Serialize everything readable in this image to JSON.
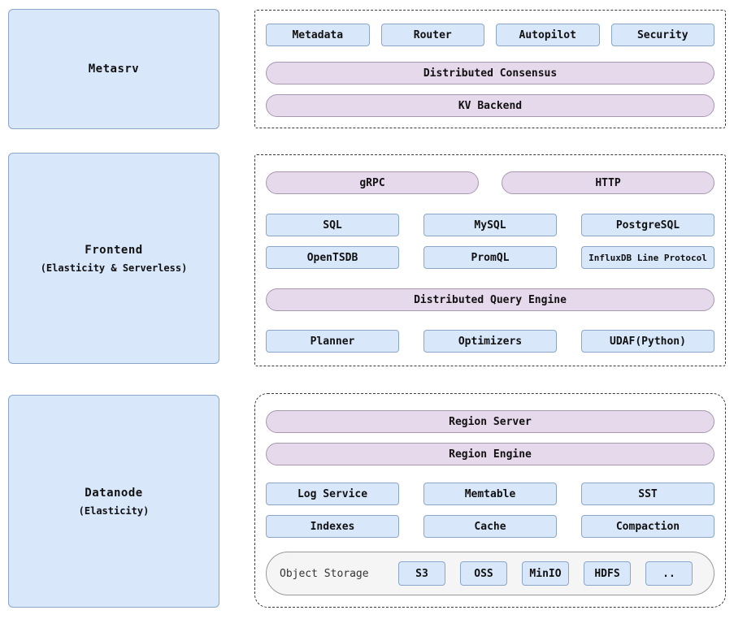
{
  "diagram": {
    "metasrv": {
      "title": "Metasrv",
      "components": [
        "Metadata",
        "Router",
        "Autopilot",
        "Security"
      ],
      "consensus": "Distributed Consensus",
      "kv_backend": "KV Backend"
    },
    "frontend": {
      "title": "Frontend",
      "subtitle": "(Elasticity & Serverless)",
      "grpc": "gRPC",
      "http": "HTTP",
      "protocols_row1": [
        "SQL",
        "MySQL",
        "PostgreSQL"
      ],
      "protocols_row2": [
        "OpenTSDB",
        "PromQL",
        "InfluxDB Line Protocol"
      ],
      "query_engine": "Distributed Query Engine",
      "engine_parts": [
        "Planner",
        "Optimizers",
        "UDAF(Python)"
      ]
    },
    "datanode": {
      "title": "Datanode",
      "subtitle": "(Elasticity)",
      "region_server": "Region Server",
      "region_engine": "Region Engine",
      "components_row1": [
        "Log Service",
        "Memtable",
        "SST"
      ],
      "components_row2": [
        "Indexes",
        "Cache",
        "Compaction"
      ],
      "object_storage": {
        "label": "Object Storage",
        "backends": [
          "S3",
          "OSS",
          "MinIO",
          "HDFS",
          ".."
        ]
      }
    },
    "colors": {
      "node_fill": "#d9e7fb",
      "node_border": "#8ba6c9",
      "pill_fill": "#e7d9ec",
      "pill_border": "#a897b0",
      "tray_fill": "#f5f5f5"
    }
  }
}
